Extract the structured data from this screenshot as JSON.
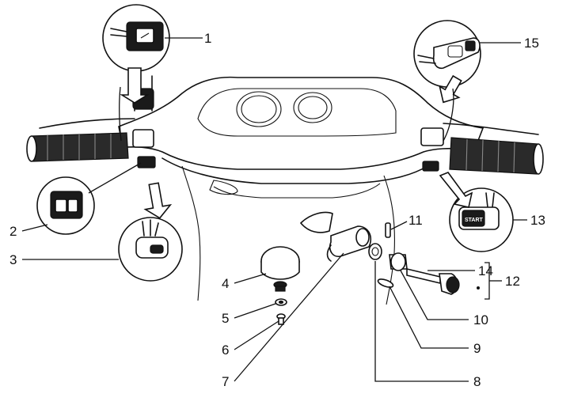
{
  "callouts": [
    {
      "id": "1",
      "label": "1"
    },
    {
      "id": "2",
      "label": "2"
    },
    {
      "id": "3",
      "label": "3"
    },
    {
      "id": "4",
      "label": "4"
    },
    {
      "id": "5",
      "label": "5"
    },
    {
      "id": "6",
      "label": "6"
    },
    {
      "id": "7",
      "label": "7"
    },
    {
      "id": "8",
      "label": "8"
    },
    {
      "id": "9",
      "label": "9"
    },
    {
      "id": "10",
      "label": "10"
    },
    {
      "id": "11",
      "label": "11"
    },
    {
      "id": "12",
      "label": "12"
    },
    {
      "id": "13",
      "label": "13"
    },
    {
      "id": "14",
      "label": "14"
    },
    {
      "id": "15",
      "label": "15"
    }
  ],
  "start_switch_text": "START"
}
